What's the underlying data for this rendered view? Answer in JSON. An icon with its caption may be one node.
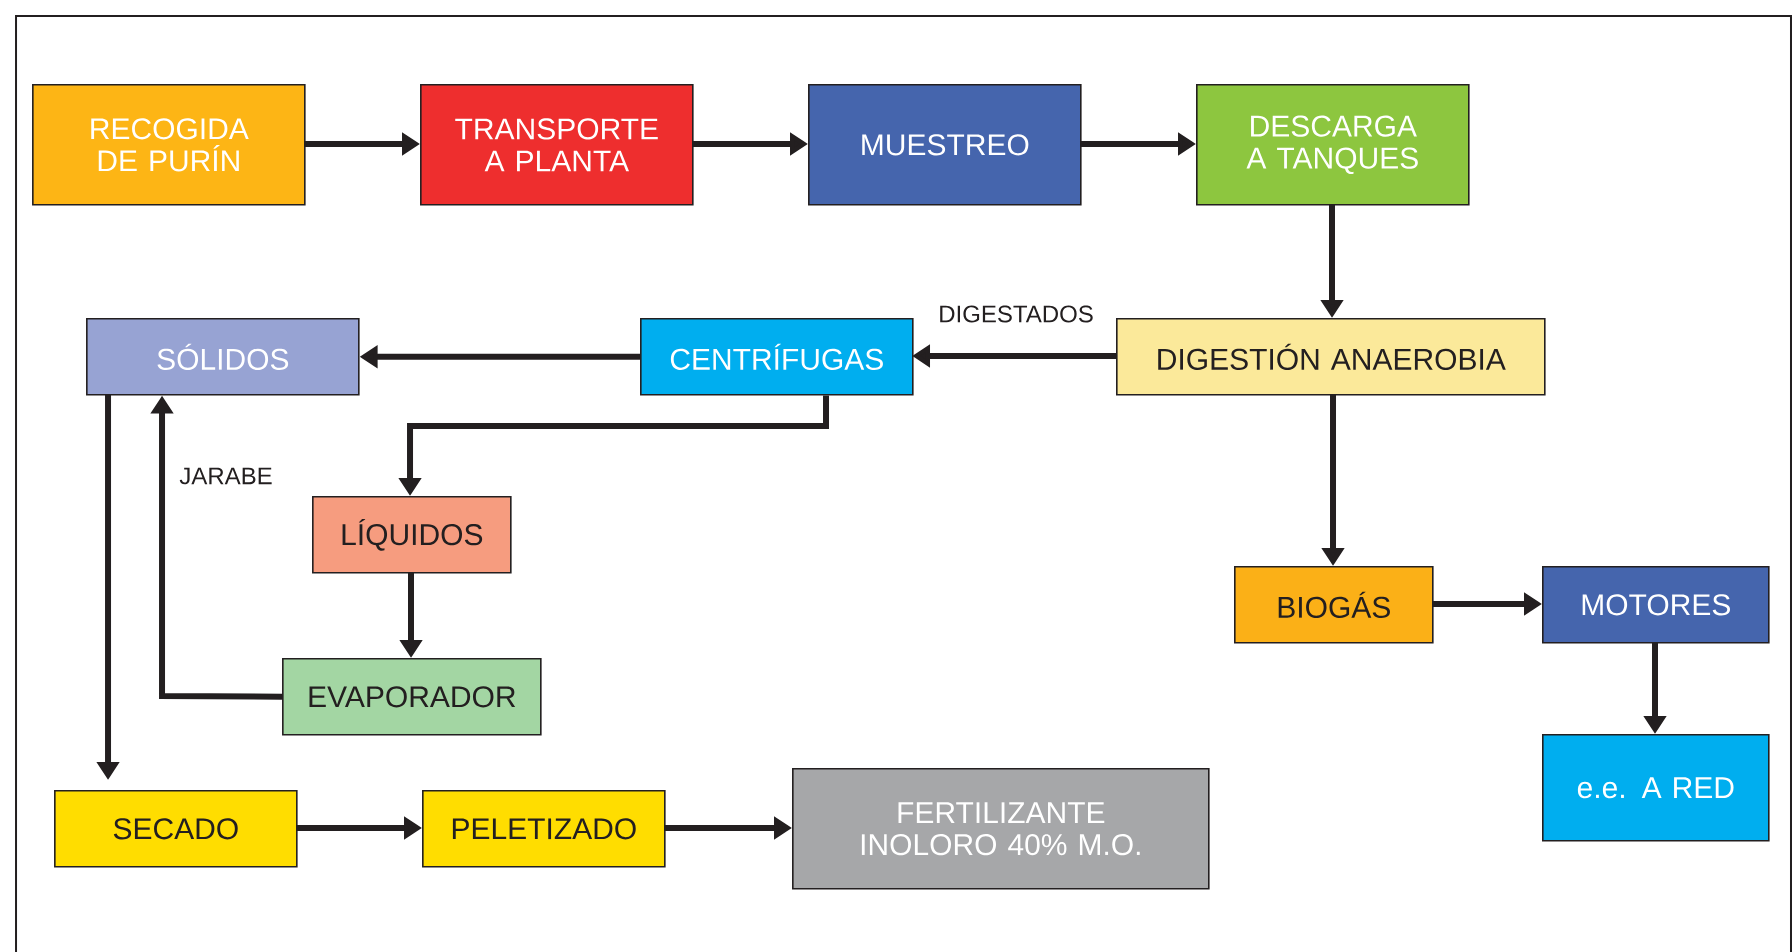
{
  "diagram": {
    "nodes": [
      {
        "text": [
          "RECOGIDA DE PURÍN"
        ]
      },
      {
        "text": [
          "TRANSPORTE A PLANTA"
        ]
      },
      {
        "text": [
          "MUESTREO"
        ]
      },
      {
        "text": [
          "DESCARGA A TANQUES"
        ]
      },
      {
        "text": [
          "SÓLIDOS"
        ]
      },
      {
        "text": [
          "CENTRÍFUGAS"
        ]
      },
      {
        "text": [
          "DIGESTIÓN ANAEROBIA"
        ]
      },
      {
        "text": [
          "LÍQUIDOS"
        ]
      },
      {
        "text": [
          "EVAPORADOR"
        ]
      },
      {
        "text": [
          "SECADO"
        ]
      },
      {
        "text": [
          "PELETIZADO"
        ]
      },
      {
        "text": [
          "FERTILIZANTE INOLORO 40% M.O."
        ]
      },
      {
        "text": [
          "BIOGÁS"
        ]
      },
      {
        "text": [
          "MOTORES"
        ]
      },
      {
        "text": [
          "e.e. A RED"
        ]
      }
    ],
    "edges": [
      {
        "from": 0,
        "to": 1,
        "arrow": "to"
      },
      {
        "from": 1,
        "to": 2,
        "arrow": "to"
      },
      {
        "from": 2,
        "to": 3,
        "arrow": "to"
      },
      {
        "from": 3,
        "to": 6,
        "arrow": "to"
      },
      {
        "from": 6,
        "to": 5,
        "arrow": "to",
        "label": "DIGESTADOS"
      },
      {
        "from": 5,
        "to": 4,
        "arrow": "to"
      },
      {
        "from": 5,
        "to": 7,
        "arrow": "to"
      },
      {
        "from": 7,
        "to": 8,
        "arrow": "to"
      },
      {
        "from": 8,
        "to": 4,
        "arrow": "to",
        "label": "JARABE"
      },
      {
        "from": 4,
        "to": 9,
        "arrow": "to"
      },
      {
        "from": 9,
        "to": 10,
        "arrow": "to"
      },
      {
        "from": 10,
        "to": 11,
        "arrow": "to"
      },
      {
        "from": 6,
        "to": 12,
        "arrow": "to"
      },
      {
        "from": 12,
        "to": 13,
        "arrow": "to"
      },
      {
        "from": 13,
        "to": 14,
        "arrow": "to"
      }
    ]
  }
}
